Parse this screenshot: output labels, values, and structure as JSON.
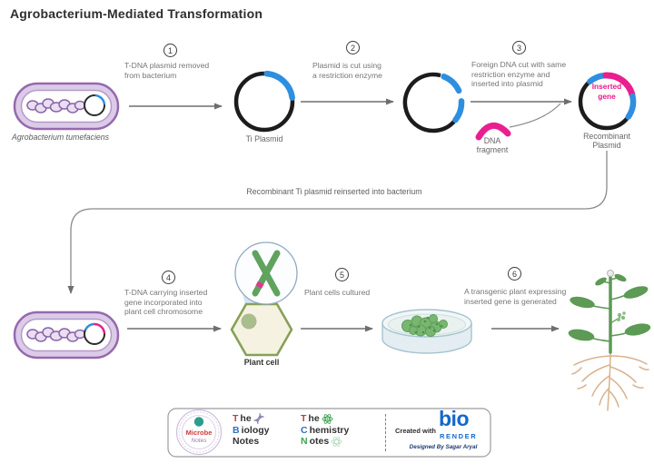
{
  "title": "Agrobacterium-Mediated Transformation",
  "steps": [
    {
      "num": "1",
      "text": "T-DNA plasmid removed\nfrom bacterium"
    },
    {
      "num": "2",
      "text": "Plasmid is cut using\na restriction enzyme"
    },
    {
      "num": "3",
      "text": "Foreign DNA cut with same\nrestriction enzyme and\ninserted into plasmid"
    },
    {
      "num": "4",
      "text": "T-DNA carrying inserted\ngene incorporated into\nplant cell chromosome"
    },
    {
      "num": "5",
      "text": "Plant cells cultured"
    },
    {
      "num": "6",
      "text": "A transgenic plant expressing\ninserted gene is generated"
    }
  ],
  "labels": {
    "bacterium": "Agrobacterium tumefaciens",
    "ti_plasmid": "Ti Plasmid",
    "dna_fragment": "DNA\nfragment",
    "inserted_gene": "Inserted\ngene",
    "recombinant_plasmid": "Recombinant\nPlasmid",
    "reinsertion": "Recombinant Ti plasmid reinserted into bacterium",
    "plant_cell": "Plant cell"
  },
  "footer": {
    "microbe": {
      "name": "Microbe",
      "notes": "Notes"
    },
    "biology": {
      "the_t": "T",
      "the_rest": "he",
      "b": "B",
      "b_rest": "iology",
      "notes": "Notes"
    },
    "chemistry": {
      "the_t": "T",
      "the_rest": "he",
      "c": "C",
      "c_rest": "hemistry",
      "n": "N",
      "n_rest": "otes"
    },
    "created_with": "Created with",
    "biorender_bio": "bio",
    "biorender_render": "RENDER",
    "designed_by": "Designed By Sagar Aryal"
  },
  "colors": {
    "plasmid_blue": "#2e8fe0",
    "gene_pink": "#e91f8f",
    "bacterium_purple": "#9569ad",
    "plant_green": "#5d9a55",
    "biorender_blue": "#1468cb"
  }
}
